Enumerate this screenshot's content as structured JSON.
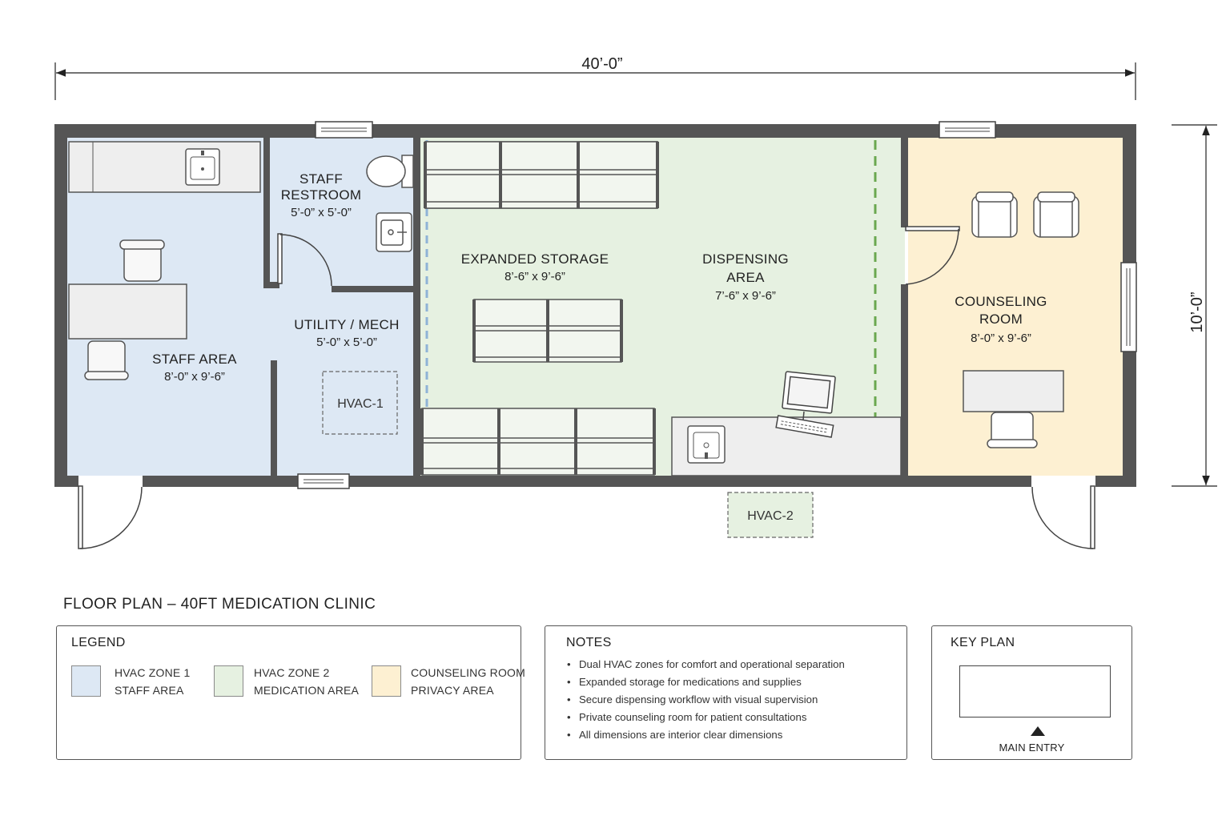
{
  "dimensions": {
    "overall_length": "40’-0”",
    "overall_width": "10’-0”"
  },
  "rooms": {
    "staff_area": {
      "name": "STAFF AREA",
      "dim": "8’-0” x 9’-6”"
    },
    "staff_restroom": {
      "name_line1": "STAFF",
      "name_line2": "RESTROOM",
      "dim": "5’-0” x 5’-0”"
    },
    "utility_mech": {
      "name": "UTILITY / MECH",
      "dim": "5’-0” x 5’-0”"
    },
    "expanded_storage": {
      "name": "EXPANDED STORAGE",
      "dim": "8’-6” x 9’-6”"
    },
    "dispensing_area": {
      "name_line1": "DISPENSING",
      "name_line2": "AREA",
      "dim": "7’-6” x 9’-6”"
    },
    "counseling_room": {
      "name_line1": "COUNSELING",
      "name_line2": "ROOM",
      "dim": "8’-0” x 9’-6”"
    }
  },
  "equipment": {
    "hvac1": "HVAC-1",
    "hvac2": "HVAC-2"
  },
  "title": "FLOOR PLAN – 40FT MEDICATION CLINIC",
  "legend": {
    "heading": "LEGEND",
    "items": [
      {
        "line1": "HVAC ZONE 1",
        "line2": "STAFF AREA",
        "color": "#dde8f4"
      },
      {
        "line1": "HVAC ZONE 2",
        "line2": "MEDICATION AREA",
        "color": "#e6f1e1"
      },
      {
        "line1": "COUNSELING ROOM",
        "line2": "PRIVACY AREA",
        "color": "#fdf0d2"
      }
    ]
  },
  "notes": {
    "heading": "NOTES",
    "items": [
      "Dual HVAC zones for comfort and operational separation",
      "Expanded storage for medications and supplies",
      "Secure dispensing workflow with visual supervision",
      "Private counseling room for patient consultations",
      "All dimensions are interior clear dimensions"
    ]
  },
  "key_plan": {
    "heading": "KEY PLAN",
    "entry_label": "MAIN ENTRY"
  },
  "colors": {
    "zone1": "#dde8f4",
    "zone2": "#e6f1e1",
    "counseling": "#fdf0d2",
    "wall": "#555555",
    "hvac_zone_line_blue": "#8fb3d6",
    "hvac_zone_line_green": "#6aa84f"
  }
}
